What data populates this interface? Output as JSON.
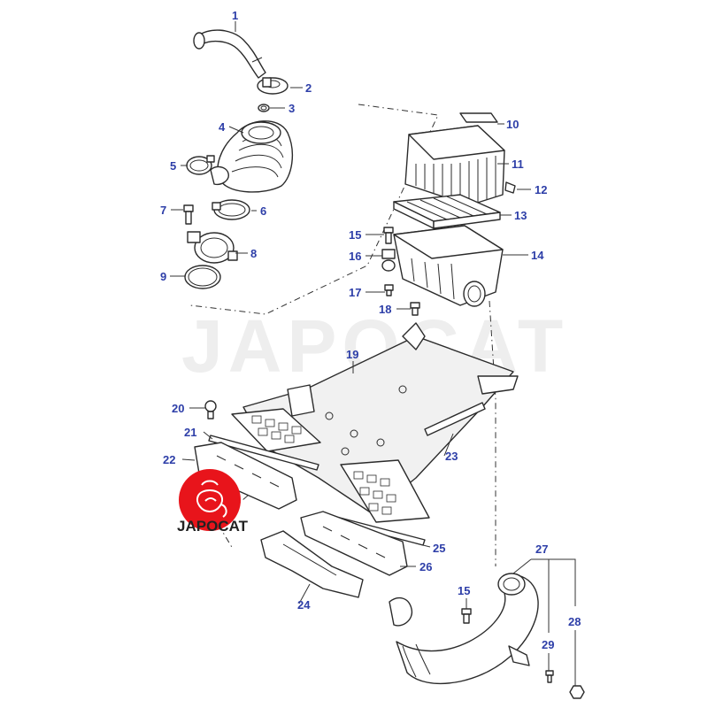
{
  "diagram": {
    "watermark_text": "JAPOCAT",
    "logo_text": "JAPOCAT",
    "accent_color": "#2d3ea8",
    "logo_color": "#e8141b",
    "callouts": {
      "c1": "1",
      "c2": "2",
      "c3": "3",
      "c4": "4",
      "c5": "5",
      "c6": "6",
      "c7": "7",
      "c8": "8",
      "c9": "9",
      "c10": "10",
      "c11": "11",
      "c12": "12",
      "c13": "13",
      "c14": "14",
      "c15": "15",
      "c16": "16",
      "c17": "17",
      "c18": "18",
      "c19": "19",
      "c20": "20",
      "c21": "21",
      "c22": "22",
      "c23": "23",
      "c24": "24",
      "c25": "25",
      "c26": "26",
      "c27": "27",
      "c28": "28",
      "c29": "29",
      "c15b": "15"
    }
  }
}
